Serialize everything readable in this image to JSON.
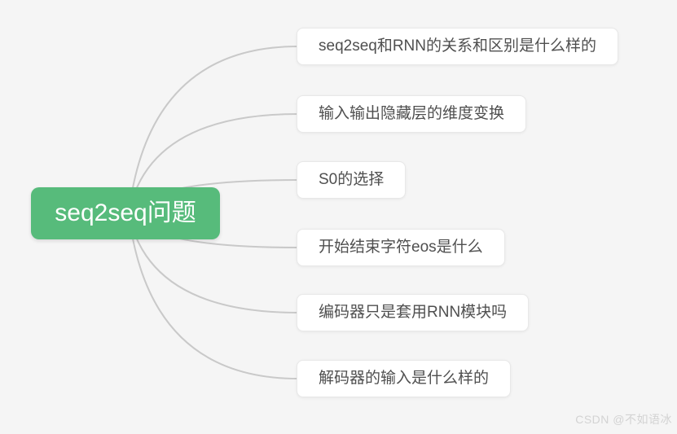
{
  "canvas": {
    "background_color": "#f5f5f5"
  },
  "mindmap": {
    "root": {
      "label": "seq2seq问题",
      "color": "#57bb7b",
      "text_color": "#ffffff"
    },
    "branches": [
      {
        "label": "seq2seq和RNN的关系和区别是什么样的"
      },
      {
        "label": "输入输出隐藏层的维度变换"
      },
      {
        "label": "S0的选择"
      },
      {
        "label": "开始结束字符eos是什么"
      },
      {
        "label": "编码器只是套用RNN模块吗"
      },
      {
        "label": "解码器的输入是什么样的"
      }
    ],
    "connector_color": "#c9c9c9",
    "branch_text_color": "#4f4f4f"
  },
  "watermark": {
    "text": "CSDN @不如语冰"
  }
}
